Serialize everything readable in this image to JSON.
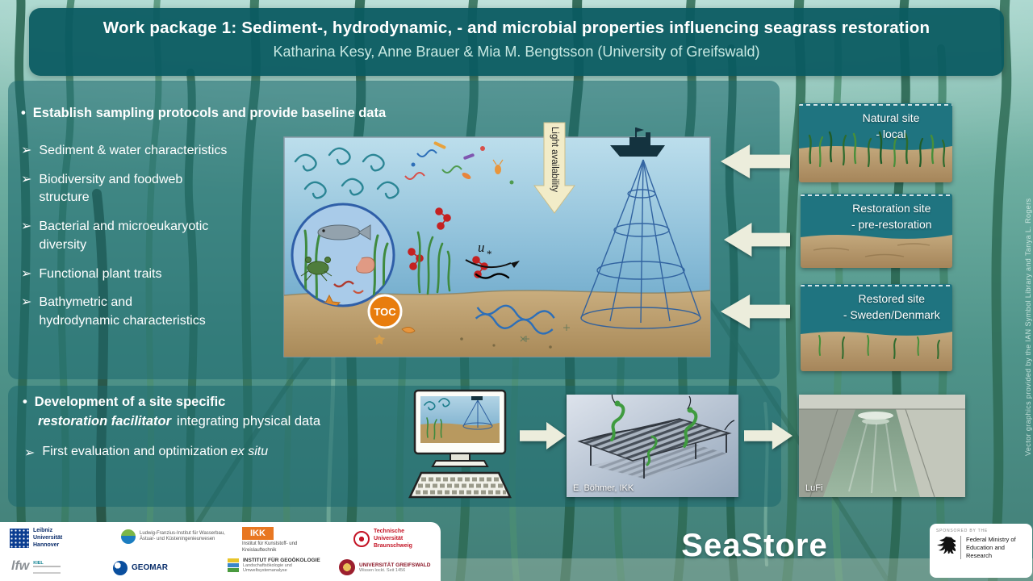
{
  "colors": {
    "header_teal": "#0a5a61",
    "panel_teal": "rgba(28,104,110,0.55)",
    "arrow_cream": "#eceddc",
    "toc_orange": "#e87d0e",
    "ikk_orange": "#e87722"
  },
  "glyphs": {
    "dot_bullet": "•",
    "arrow_bullet": "➢",
    "u_main": "u",
    "u_sub": "*"
  },
  "header": {
    "title": "Work package 1: Sediment-, hydrodynamic, - and microbial properties influencing seagrass restoration",
    "authors": "Katharina Kesy, Anne Brauer & Mia M. Bengtsson (University of Greifswald)"
  },
  "sampling": {
    "heading": "Establish sampling protocols and provide baseline data",
    "items": [
      "Sediment & water characteristics",
      "Biodiversity and foodweb\nstructure",
      "Bacterial and microeukaryotic\ndiversity",
      "Functional plant traits",
      "Bathymetric and\nhydrodynamic characteristics"
    ]
  },
  "diagram": {
    "light_label": "Light availability",
    "toc_label": "TOC"
  },
  "sites": [
    {
      "title": "Natural site",
      "subtitle": "- local"
    },
    {
      "title": "Restoration site",
      "subtitle": "- pre-restoration"
    },
    {
      "title": "Restored site",
      "subtitle": "- Sweden/Denmark"
    }
  ],
  "development": {
    "line1": "Development of a site specific",
    "line2_italic": "restoration facilitator",
    "line2_rest": "integrating physical data",
    "item_plain": "First evaluation and optimization",
    "item_italic": "ex situ",
    "bohmer_caption": "E. Böhmer, IKK",
    "lufi_caption": "LuFi"
  },
  "footer": {
    "brand": "SeaStore",
    "logos": {
      "luh": "Leibniz Universität Hannover",
      "lfi": "Ludwig-Franzius-Institut für Wasserbau, Ästuar- und Küsteningenieurwesen",
      "ikk_abbr": "IKK",
      "ikk_sub": "Institut für Kunststoff- und Kreislauftechnik",
      "tubs": "Technische Universität Braunschweig",
      "ifw": "lfw",
      "ifw_sub": "KIEL",
      "geomar": "GEOMAR",
      "igoe_name": "INSTITUT FÜR GEOÖKOLOGIE",
      "igoe_sub": "Landschaftsökologie und Umweltsystemanalyse",
      "greifswald_name": "UNIVERSITÄT GREIFSWALD",
      "greifswald_sub": "Wissen lockt. Seit 1456"
    },
    "sponsor": {
      "label": "SPONSORED BY THE",
      "name": "Federal Ministry of Education and Research"
    }
  },
  "credit": "Vector graphics provided by the IAN Symbol Library and Tanya L. Rogers"
}
